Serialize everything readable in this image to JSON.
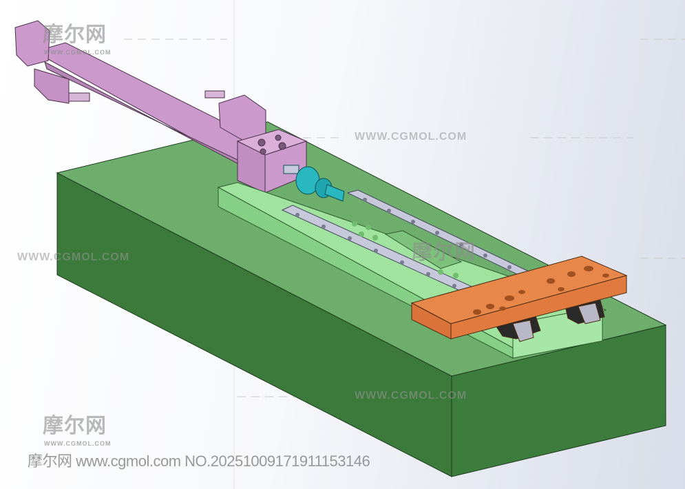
{
  "watermarks": {
    "url_text": "WWW.CGMOL.COM",
    "cn_logo": "摩尔网",
    "cn_logo_sub": "WWW.CGMOL.COM",
    "caption": "摩尔网 www.cgmol.com NO.20251009171911153146"
  },
  "colors": {
    "base_top": "#6dae6d",
    "base_side": "#3b7a3b",
    "slide_plate": "#9fe39f",
    "rail": "#c8c8dc",
    "cylinder": "#cc99cc",
    "coupler": "#2ab8c0",
    "carriage": "#e8874a"
  }
}
